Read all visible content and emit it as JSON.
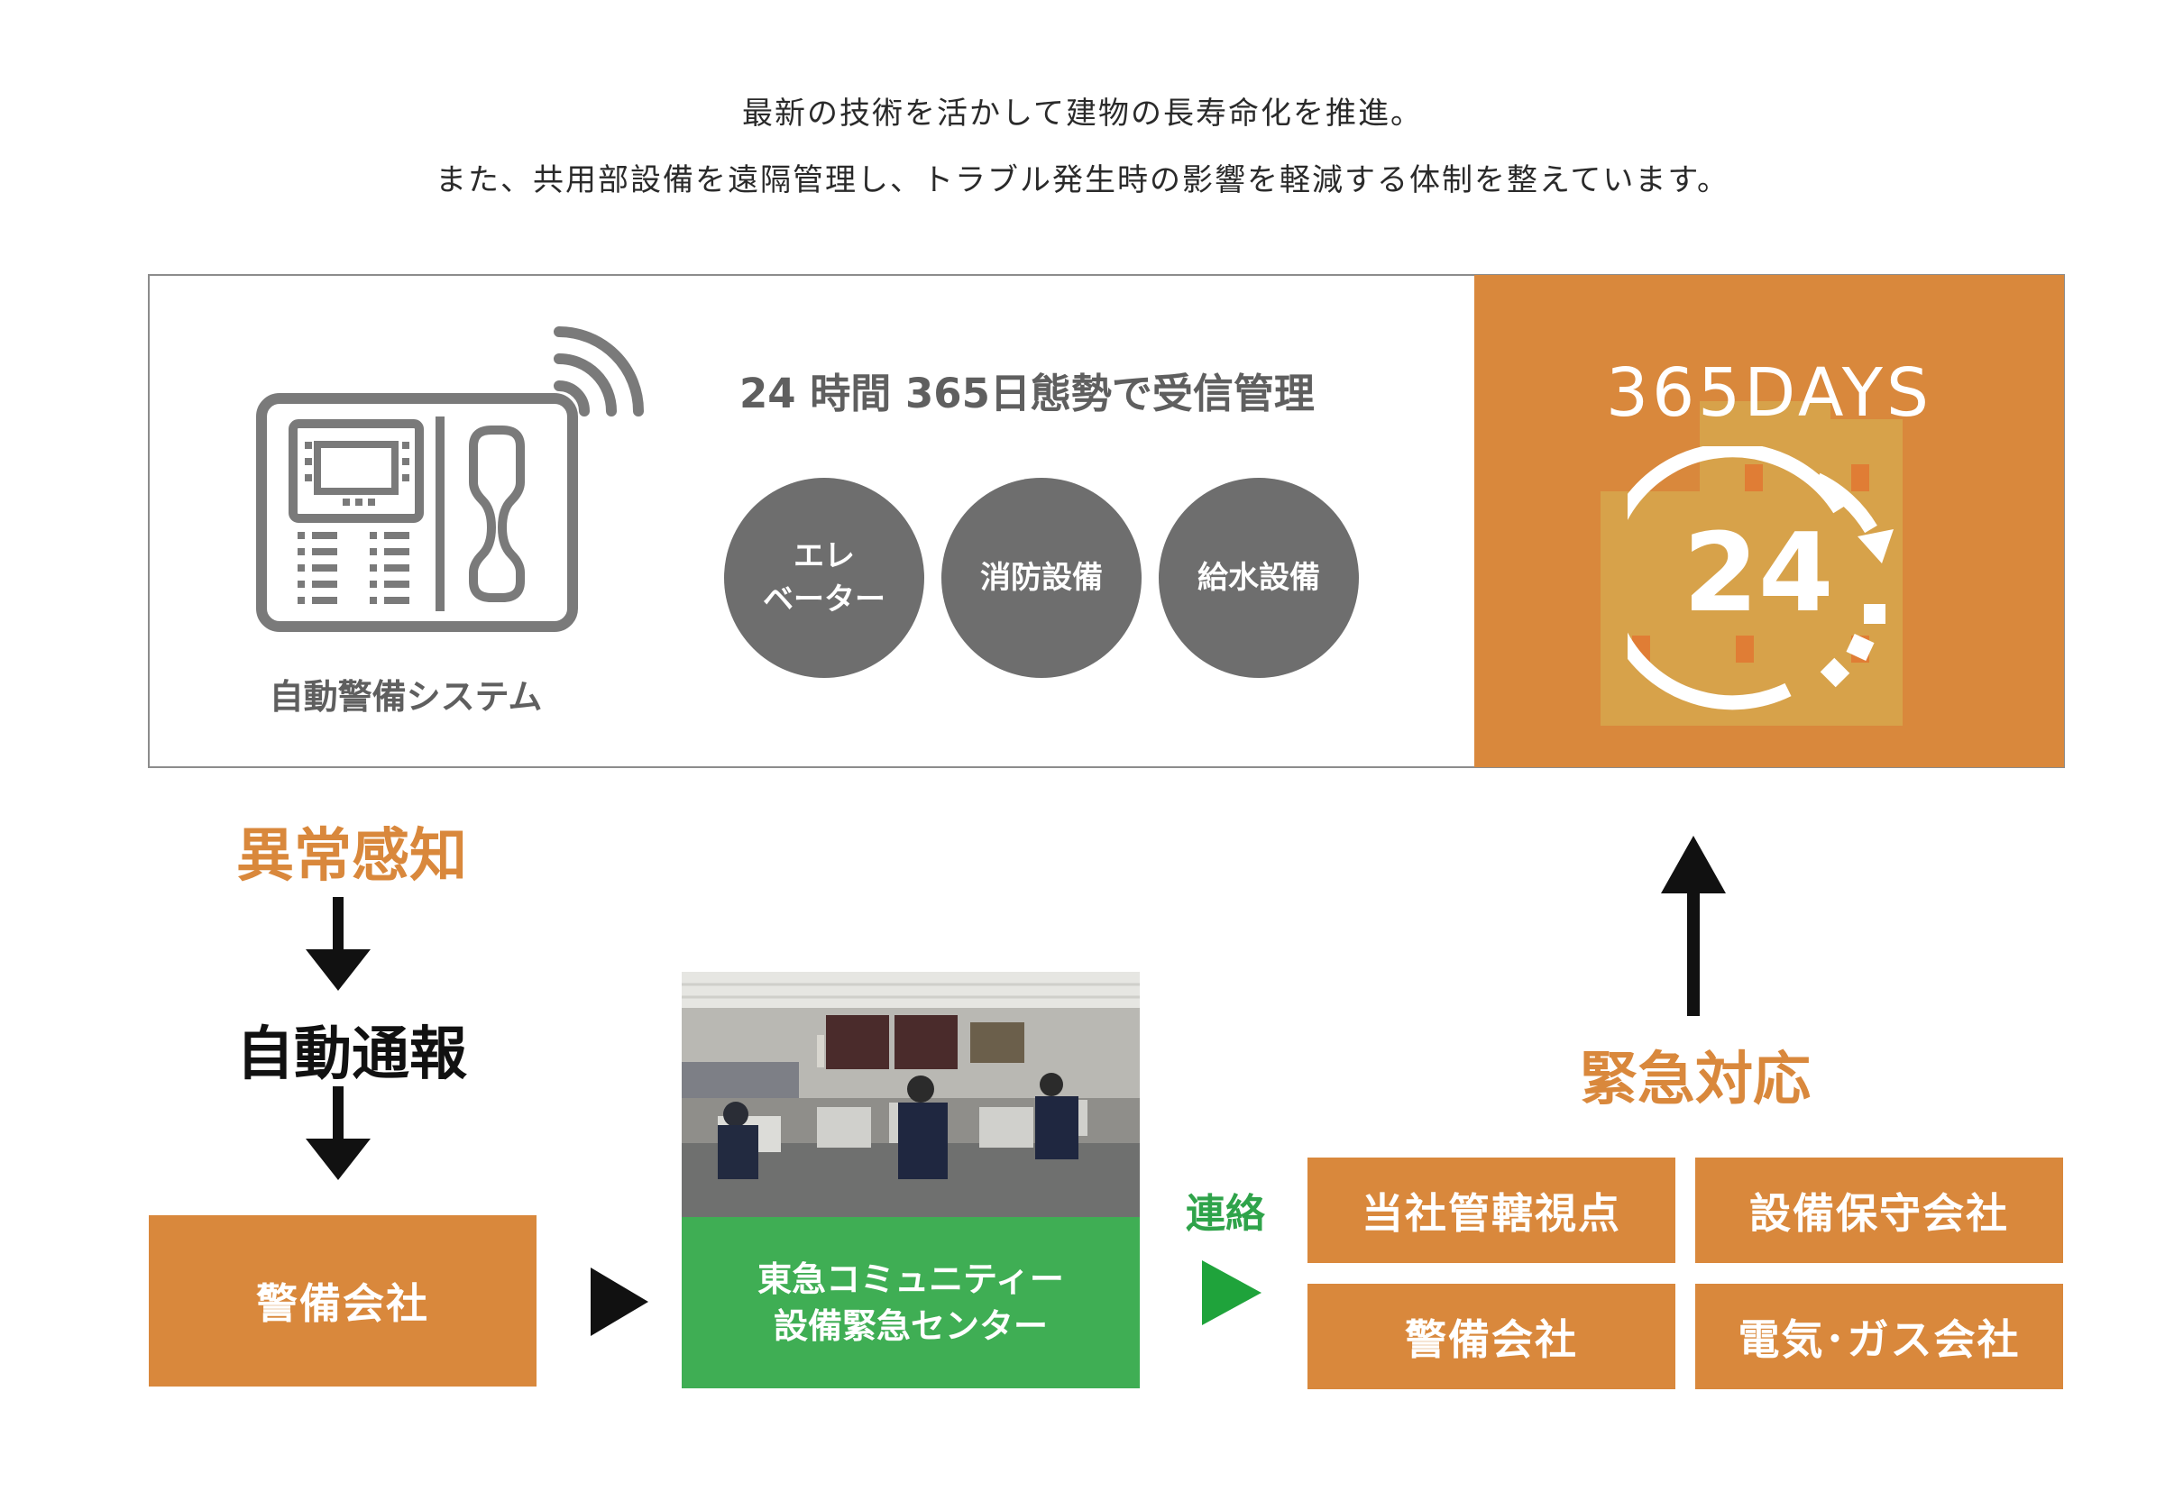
{
  "intro": {
    "line1": "最新の技術を活かして建物の長寿命化を推進。",
    "line2": "また、共用部設備を遠隔管理し、トラブル発生時の影響を軽減する体制を整えています。"
  },
  "system": {
    "icon": "alarm-panel-icon",
    "label": "自動警備システム"
  },
  "monitoring": {
    "heading": "24 時間 365日態勢で受信管理",
    "items": [
      "エレ\nベーター",
      "消防設備",
      "給水設備"
    ]
  },
  "days_badge": {
    "text": "365DAYS",
    "hours": "24",
    "icon": "clock-arrow-icon"
  },
  "flow": {
    "detect": "異常感知",
    "auto_report": "自動通報",
    "security_company": "警備会社",
    "center": {
      "photo": "control-room-photo",
      "line1": "東急コミュニティー",
      "line2": "設備緊急センター"
    },
    "contact": "連絡",
    "emergency": "緊急対応",
    "responders": [
      "当社管轄視点",
      "設備保守会社",
      "警備会社",
      "電気･ガス会社"
    ]
  },
  "colors": {
    "orange": "#d9883c",
    "green": "#3fae54",
    "gray": "#6e6e6e",
    "dark": "#111111"
  }
}
